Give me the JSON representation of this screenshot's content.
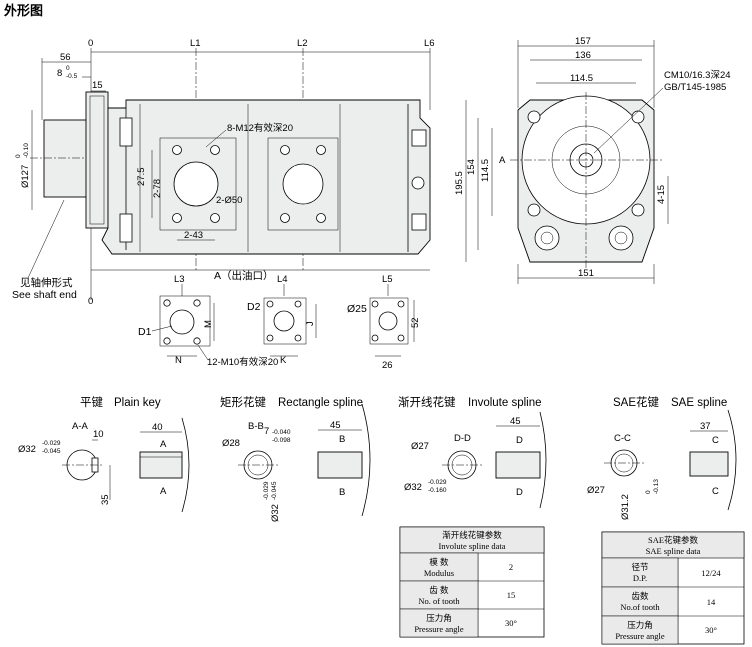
{
  "title": "外形图",
  "top_view": {
    "refs": {
      "zero": "0",
      "l1": "L1",
      "l2": "L2",
      "l6": "L6"
    },
    "dims": {
      "d56": "56",
      "d8": "8",
      "d8_tol_up": "0",
      "d8_tol_dn": "-0.5",
      "d15": "15",
      "shaft_dia": "Ø127",
      "shaft_tol_up": "0",
      "shaft_tol_dn": "-0.10",
      "d27_5": "27.5",
      "d2_78": "2-78",
      "d2_43": "2-43",
      "d2_50": "2-Ø50",
      "thread_top": "8-M12有效深20"
    },
    "zero_bottom": "0",
    "port_label": "A（出油口）",
    "shaft_end_cn": "见轴伸形式",
    "shaft_end_en": "See shaft end"
  },
  "side_view": {
    "dims": {
      "w157": "157",
      "w136": "136",
      "w114_5": "114.5",
      "w151": "151",
      "h154": "154",
      "h195_5": "195.5",
      "h114_5": "114.5",
      "h4_15": "4-15",
      "a": "A"
    },
    "note_line1": "CM10/16.3深24",
    "note_line2": "GB/T145-1985"
  },
  "port_views": {
    "labels": {
      "l3": "L3",
      "l4": "L4",
      "l5": "L5",
      "d1": "D1",
      "d2": "D2",
      "m": "M",
      "j": "J",
      "n": "N",
      "k": "K"
    },
    "dims": {
      "d25": "Ø25",
      "h52": "52",
      "w26": "26"
    },
    "thread_note": "12-M10有效深20"
  },
  "shafts": {
    "plain": {
      "title_cn": "平键",
      "title_en": "Plain key",
      "section": "A-A",
      "dia": "Ø32",
      "tol_up": "-0.029",
      "tol_dn": "-0.045",
      "key_w": "10",
      "height": "35",
      "len": "40",
      "cut": "A"
    },
    "rect": {
      "title_cn": "矩形花键",
      "title_en": "Rectangle spline",
      "section": "B-B",
      "dia": "Ø28",
      "small": "7",
      "small_up": "-0.040",
      "small_dn": "-0.098",
      "outer": "Ø32",
      "outer_up": "-0.029",
      "outer_dn": "-0.045",
      "len": "45",
      "cut": "B"
    },
    "involute": {
      "title_cn": "渐开线花键",
      "title_en": "Involute spline",
      "section": "D-D",
      "dia": "Ø27",
      "outer": "Ø32",
      "outer_up": "-0.029",
      "outer_dn": "-0.160",
      "len": "45",
      "cut": "D"
    },
    "sae": {
      "title_cn": "SAE花键",
      "title_en": "SAE spline",
      "section": "C-C",
      "dia": "Ø27",
      "outer": "Ø31.2",
      "outer_up": "0",
      "outer_dn": "-0.13",
      "len": "37",
      "cut": "C"
    }
  },
  "tables": {
    "involute": {
      "title_cn": "渐开线花键参数",
      "title_en": "Involute  spline data",
      "rows": [
        {
          "cn": "模  数",
          "en": "Modulus",
          "value": "2"
        },
        {
          "cn": "齿  数",
          "en": "No. of tooth",
          "value": "15"
        },
        {
          "cn": "压力角",
          "en": "Pressure angle",
          "value": "30°"
        }
      ]
    },
    "sae": {
      "title_cn": "SAE花键参数",
      "title_en": "SAE spline data",
      "rows": [
        {
          "cn": "径节",
          "en": "D.P.",
          "value": "12/24"
        },
        {
          "cn": "齿数",
          "en": "No.of tooth",
          "value": "14"
        },
        {
          "cn": "压力角",
          "en": "Pressure angle",
          "value": "30°"
        }
      ]
    }
  }
}
